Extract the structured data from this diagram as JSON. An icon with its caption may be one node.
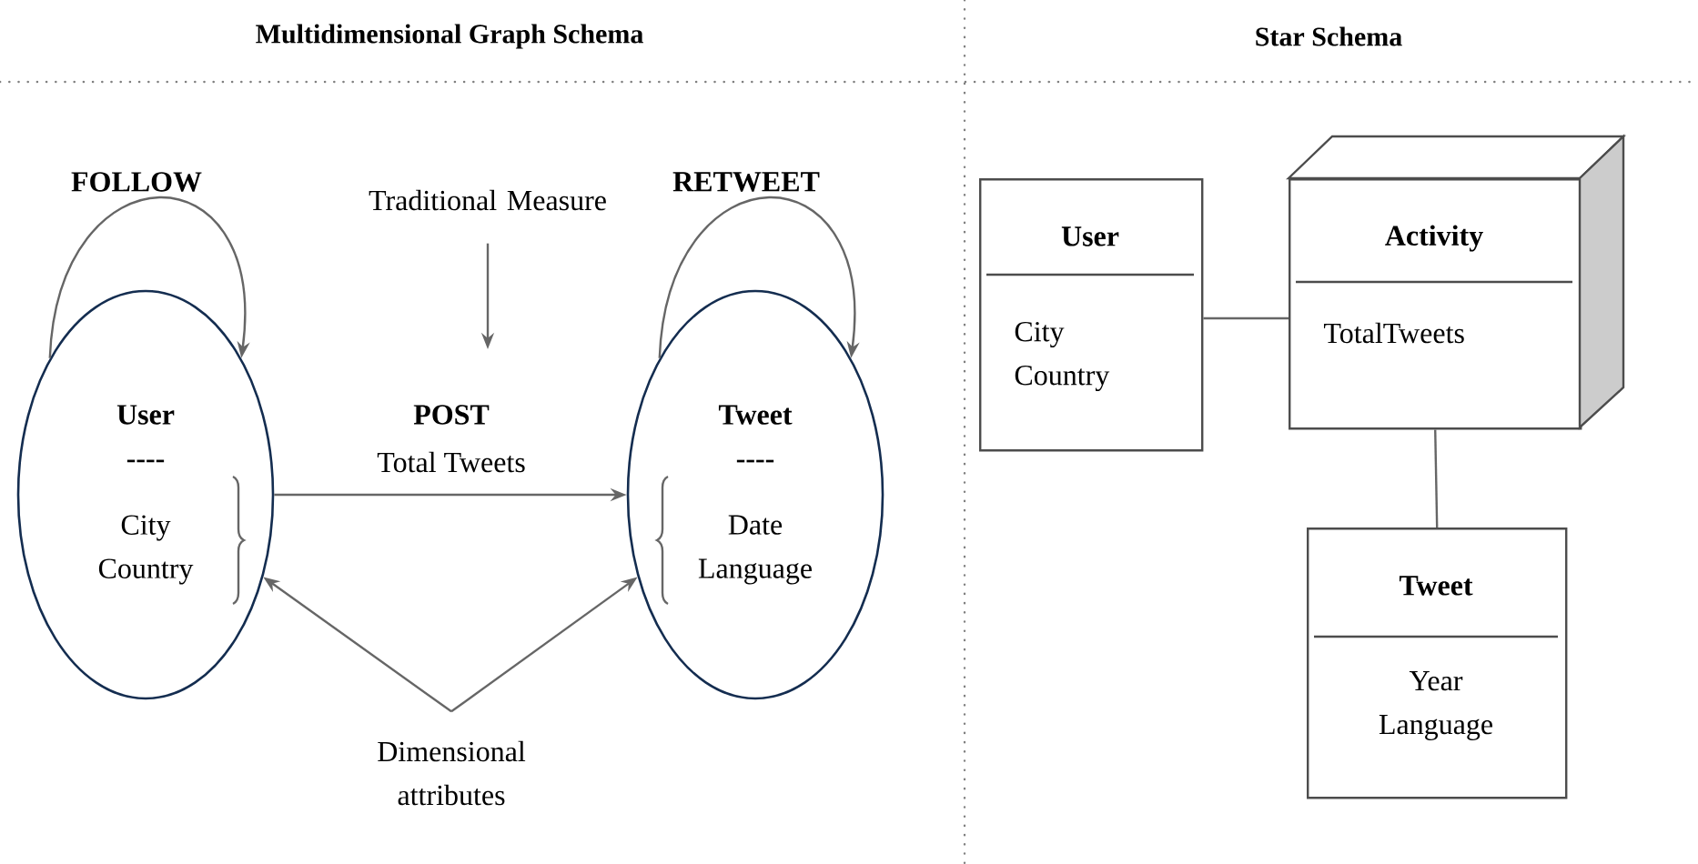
{
  "diagram": {
    "nodes": [
      {
        "text": [
          "User",
          "----",
          "City Country"
        ]
      },
      {
        "text": [
          "Tweet",
          "----",
          "Date Language"
        ]
      },
      {
        "text": [
          "Traditional Measure"
        ]
      },
      {
        "text": [
          "Dimensional attributes"
        ]
      },
      {
        "text": [
          "User",
          "City Country"
        ]
      },
      {
        "text": [
          "Activity",
          "TotalTweets"
        ]
      },
      {
        "text": [
          "Tweet",
          "Year Language"
        ]
      }
    ],
    "edges": [
      {
        "from": 0,
        "to": 0,
        "arrow": "to",
        "label": "FOLLOW"
      },
      {
        "from": 1,
        "to": 1,
        "arrow": "to",
        "label": "RETWEET"
      },
      {
        "from": 0,
        "to": 1,
        "arrow": "to",
        "label": "POST"
      },
      {
        "from": 2,
        "to": null,
        "arrow": "to"
      },
      {
        "from": 3,
        "to": 0,
        "arrow": "to"
      },
      {
        "from": 3,
        "to": 1,
        "arrow": "to"
      },
      {
        "from": 4,
        "to": 5,
        "arrow": "none"
      },
      {
        "from": 5,
        "to": 6,
        "arrow": "none"
      }
    ],
    "labels": [
      "Multidimensional Graph Schema",
      "Star Schema",
      "Total Tweets"
    ]
  }
}
